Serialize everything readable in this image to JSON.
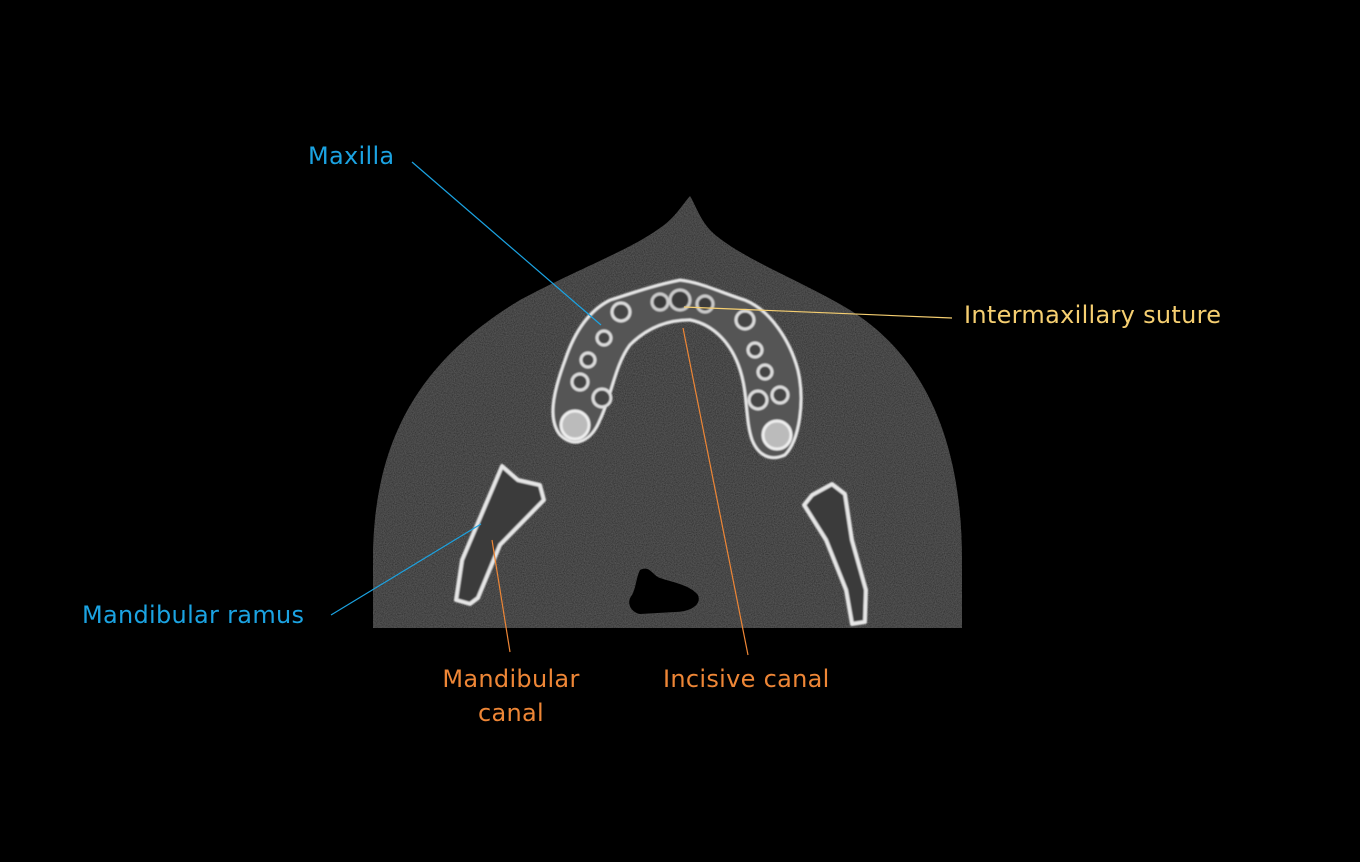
{
  "figure": {
    "description": "Axial CT slice through maxilla and mandibular rami with anatomical labels",
    "colors": {
      "background": "#000000",
      "blue_label": "#1ba3e2",
      "yellow_label": "#f6cf71",
      "orange_label": "#ee8636"
    }
  },
  "labels": [
    {
      "id": "maxilla",
      "text": "Maxilla",
      "color": "blue"
    },
    {
      "id": "intermaxillary_suture",
      "text": "Intermaxillary suture",
      "color": "yellow"
    },
    {
      "id": "mandibular_ramus",
      "text": "Mandibular ramus",
      "color": "blue"
    },
    {
      "id": "mandibular_canal",
      "text_line1": "Mandibular",
      "text_line2": "canal",
      "color": "orange"
    },
    {
      "id": "incisive_canal",
      "text": "Incisive canal",
      "color": "orange"
    }
  ]
}
